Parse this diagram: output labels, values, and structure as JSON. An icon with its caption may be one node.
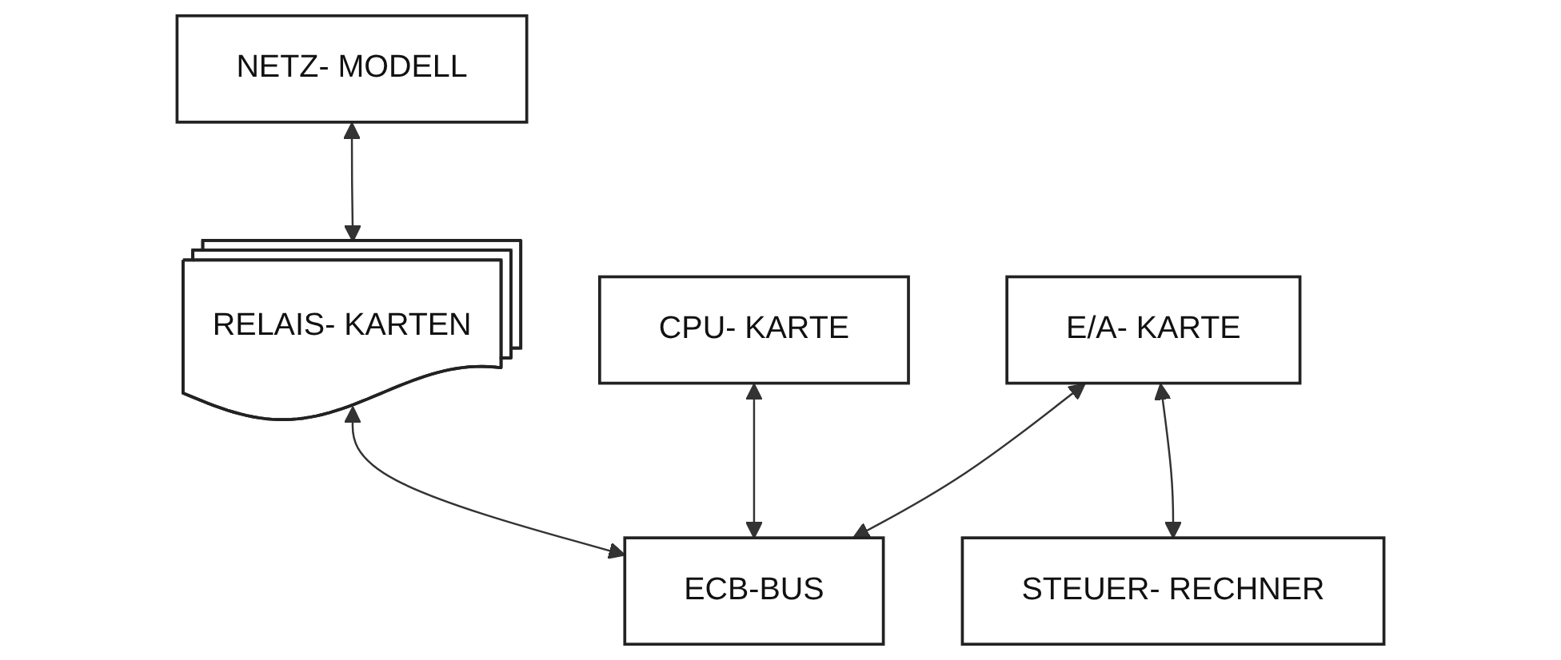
{
  "diagram": {
    "nodes": [
      {
        "text": [
          "NETZ- MODELL"
        ]
      },
      {
        "text": [
          "RELAIS- KARTEN"
        ]
      },
      {
        "text": [
          "CPU- KARTE"
        ]
      },
      {
        "text": [
          "E/A- KARTE"
        ]
      },
      {
        "text": [
          "STEUER- RECHNER"
        ]
      },
      {
        "text": [
          "ECB-BUS"
        ]
      }
    ],
    "edges": [
      {
        "from": 0,
        "to": 1,
        "arrow": "both"
      },
      {
        "from": 3,
        "to": 4,
        "arrow": "both"
      },
      {
        "from": 1,
        "to": 5,
        "arrow": "both"
      },
      {
        "from": 2,
        "to": 5,
        "arrow": "both"
      },
      {
        "from": 3,
        "to": 5,
        "arrow": "both"
      }
    ]
  }
}
